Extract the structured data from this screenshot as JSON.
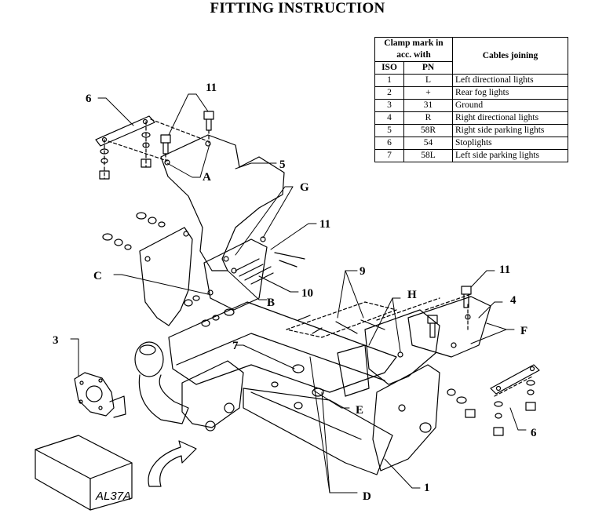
{
  "title": "FITTING INSTRUCTION",
  "table": {
    "header_clamp": "Clamp mark in acc. with",
    "header_iso": "ISO",
    "header_pn": "PN",
    "header_cables": "Cables joining",
    "rows": [
      {
        "iso": "1",
        "pn": "L",
        "cable": "Left directional lights"
      },
      {
        "iso": "2",
        "pn": "+",
        "cable": "Rear fog lights"
      },
      {
        "iso": "3",
        "pn": "31",
        "cable": "Ground"
      },
      {
        "iso": "4",
        "pn": "R",
        "cable": "Right directional lights"
      },
      {
        "iso": "5",
        "pn": "58R",
        "cable": "Right side parking lights"
      },
      {
        "iso": "6",
        "pn": "54",
        "cable": "Stoplights"
      },
      {
        "iso": "7",
        "pn": "58L",
        "cable": "Left side parking lights"
      }
    ]
  },
  "callouts": {
    "c1": "1",
    "c3": "3",
    "c4": "4",
    "c5": "5",
    "c6a": "6",
    "c6b": "6",
    "c7": "7",
    "c9": "9",
    "c10": "10",
    "c11a": "11",
    "c11b": "11",
    "c11c": "11",
    "A": "A",
    "B": "B",
    "C": "C",
    "D": "D",
    "E": "E",
    "F": "F",
    "G": "G",
    "H": "H"
  },
  "box_label": "AL37A"
}
